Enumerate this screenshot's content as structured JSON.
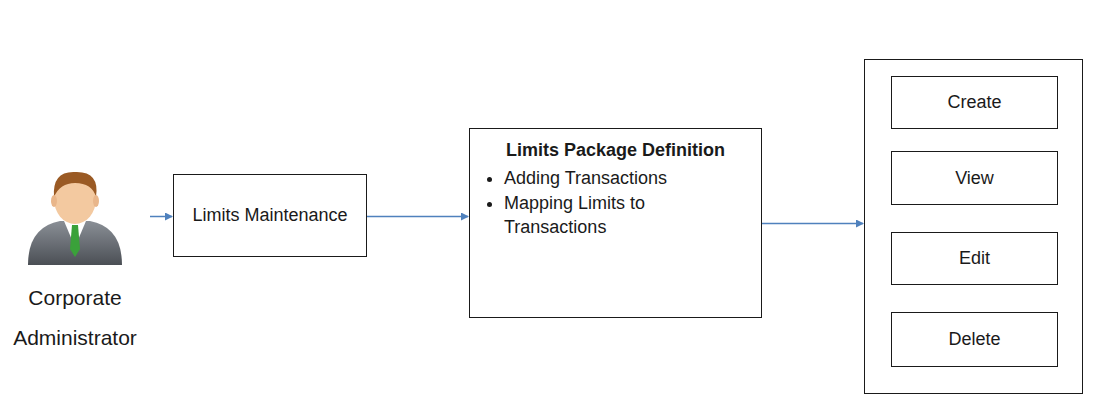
{
  "diagram": {
    "nodes": [
      {
        "text": [
          "Corporate Administrator"
        ]
      },
      {
        "text": [
          "Limits Maintenance"
        ]
      },
      {
        "text": [
          "Limits Package Definition",
          "Adding Transactions",
          "Mapping Limits to Transactions"
        ]
      },
      {
        "text": []
      },
      {
        "text": [
          "Create"
        ],
        "in": 3
      },
      {
        "text": [
          "View"
        ],
        "in": 3
      },
      {
        "text": [
          "Edit"
        ],
        "in": 3
      },
      {
        "text": [
          "Delete"
        ],
        "in": 3
      }
    ],
    "edges": [
      {
        "from": 0,
        "to": 1,
        "arrow": "to"
      },
      {
        "from": 1,
        "to": 2,
        "arrow": "to"
      },
      {
        "from": 2,
        "to": 3,
        "arrow": "to"
      }
    ]
  }
}
